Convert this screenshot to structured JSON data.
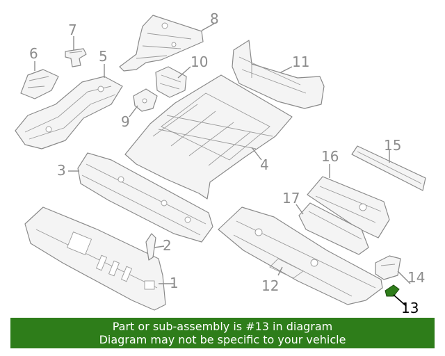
{
  "callouts": {
    "c1": "1",
    "c2": "2",
    "c3": "3",
    "c4": "4",
    "c5": "5",
    "c6": "6",
    "c7": "7",
    "c8": "8",
    "c9": "9",
    "c10": "10",
    "c11": "11",
    "c12": "12",
    "c13": "13",
    "c14": "14",
    "c15": "15",
    "c16": "16",
    "c17": "17"
  },
  "highlighted_part": "13",
  "colors": {
    "banner_bg": "#2e7d1a",
    "highlight_part": "#2e7d1a",
    "line_art": "#8a8a8a"
  },
  "banner": {
    "line1": "Part or sub-assembly is #13 in diagram",
    "line2": "Diagram may not be specific to your vehicle"
  }
}
